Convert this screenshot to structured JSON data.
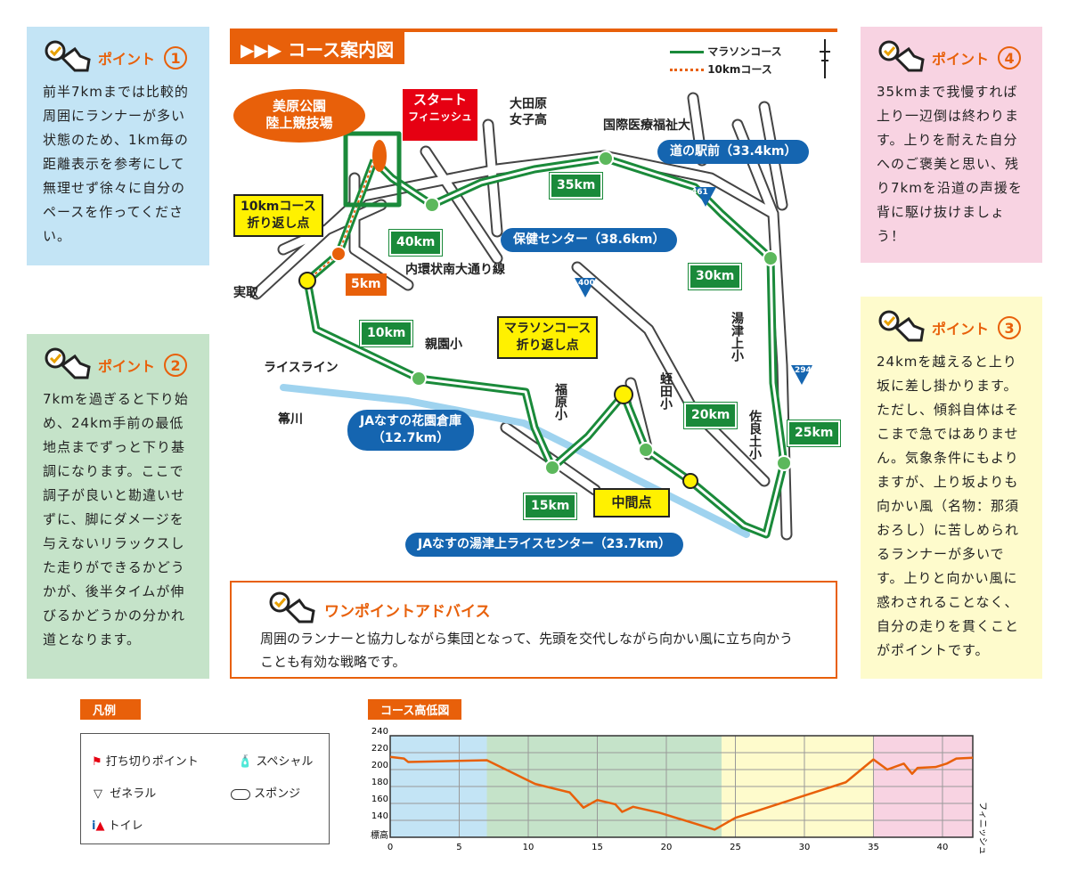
{
  "title": "コース案内図",
  "legend_top": {
    "marathon": "マラソンコース",
    "tenk": "10kmコース"
  },
  "points": [
    {
      "label": "ポイント",
      "num": "1",
      "text": "前半7kmまでは比較的周囲にランナーが多い状態のため、1km毎の距離表示を参考にして無理せず徐々に自分のペースを作ってください。",
      "color": "#c3e4f5"
    },
    {
      "label": "ポイント",
      "num": "2",
      "text": "7kmを過ぎると下り始め、24km手前の最低地点までずっと下り基調になります。ここで調子が良いと勘違いせずに、脚にダメージを与えないリラックスした走りができるかどうかが、後半タイムが伸びるかどうかの分かれ道となります。",
      "color": "#c5e3c9"
    },
    {
      "label": "ポイント",
      "num": "3",
      "text": "24kmを越えると上り坂に差し掛かります。ただし、傾斜自体はそこまで急ではありません。気象条件にもよりますが、上り坂よりも向かい風（名物：那須おろし）に苦しめられるランナーが多いです。上りと向かい風に惑わされることなく、自分の走りを貫くことがポイントです。",
      "color": "#fefbcc"
    },
    {
      "label": "ポイント",
      "num": "4",
      "text": "35kmまで我慢すれば上り一辺倒は終わります。上りを耐えた自分へのご褒美と思い、残り7kmを沿道の声援を背に駆け抜けましょう！",
      "color": "#f8d3e2"
    }
  ],
  "advice": {
    "title": "ワンポイントアドバイス",
    "text": "周囲のランナーと協力しながら集団となって、先頭を交代しながら向かい風に立ち向かうことも有効な戦略です。"
  },
  "map": {
    "stadium": "美原公園\n陸上競技場",
    "start": "スタート",
    "finish": "フィニッシュ",
    "tenk_turn": "10kmコース\n折り返し点",
    "marathon_turn": "マラソンコース\n折り返し点",
    "midpoint": "中間点",
    "places": [
      "大田原\n女子高",
      "国際医療福祉大",
      "内環状南大通り線",
      "実取",
      "親園小",
      "ライスライン",
      "箒川",
      "福原小",
      "蛭田小",
      "湯津上小",
      "佐良土小"
    ],
    "blue": [
      "道の駅前（33.4km）",
      "保健センター（38.6km）",
      "JAなすの花園倉庫\n（12.7km）",
      "JAなすの湯津上ライスセンター（23.7km）"
    ],
    "km": [
      "5km",
      "10km",
      "15km",
      "20km",
      "25km",
      "30km",
      "35km",
      "40km"
    ],
    "roads": [
      "461",
      "400",
      "294"
    ]
  },
  "legend": {
    "title": "凡例",
    "items": [
      "打ち切りポイント",
      "スペシャル",
      "ゼネラル",
      "スポンジ",
      "トイレ"
    ]
  },
  "chart_data": {
    "type": "line",
    "title": "コース高低図",
    "ylabel": "標高",
    "xlabel": "フィニッシュ",
    "xlim": [
      0,
      42.195
    ],
    "ylim": [
      120,
      240
    ],
    "xticks": [
      0,
      5,
      10,
      15,
      20,
      25,
      30,
      35,
      40
    ],
    "yticks": [
      140,
      160,
      180,
      200,
      220,
      240
    ],
    "bands": [
      {
        "from": 0,
        "to": 7,
        "color": "#c3e4f5"
      },
      {
        "from": 7,
        "to": 24,
        "color": "#c5e3c9"
      },
      {
        "from": 24,
        "to": 35,
        "color": "#fefbcc"
      },
      {
        "from": 35,
        "to": 42.195,
        "color": "#f8d3e2"
      }
    ],
    "x": [
      0,
      1,
      1.3,
      7,
      10.5,
      13,
      14,
      15,
      16.3,
      16.8,
      17.6,
      19.5,
      23.5,
      25,
      33,
      35,
      36,
      37.2,
      37.8,
      38.2,
      39.5,
      40.3,
      41,
      42.195
    ],
    "y": [
      215,
      213,
      209,
      211,
      183,
      173,
      155,
      164,
      159,
      150,
      156,
      149,
      129,
      143,
      185,
      212,
      200,
      207,
      195,
      202,
      203,
      207,
      213,
      214
    ],
    "line_color": "#e8600a"
  }
}
